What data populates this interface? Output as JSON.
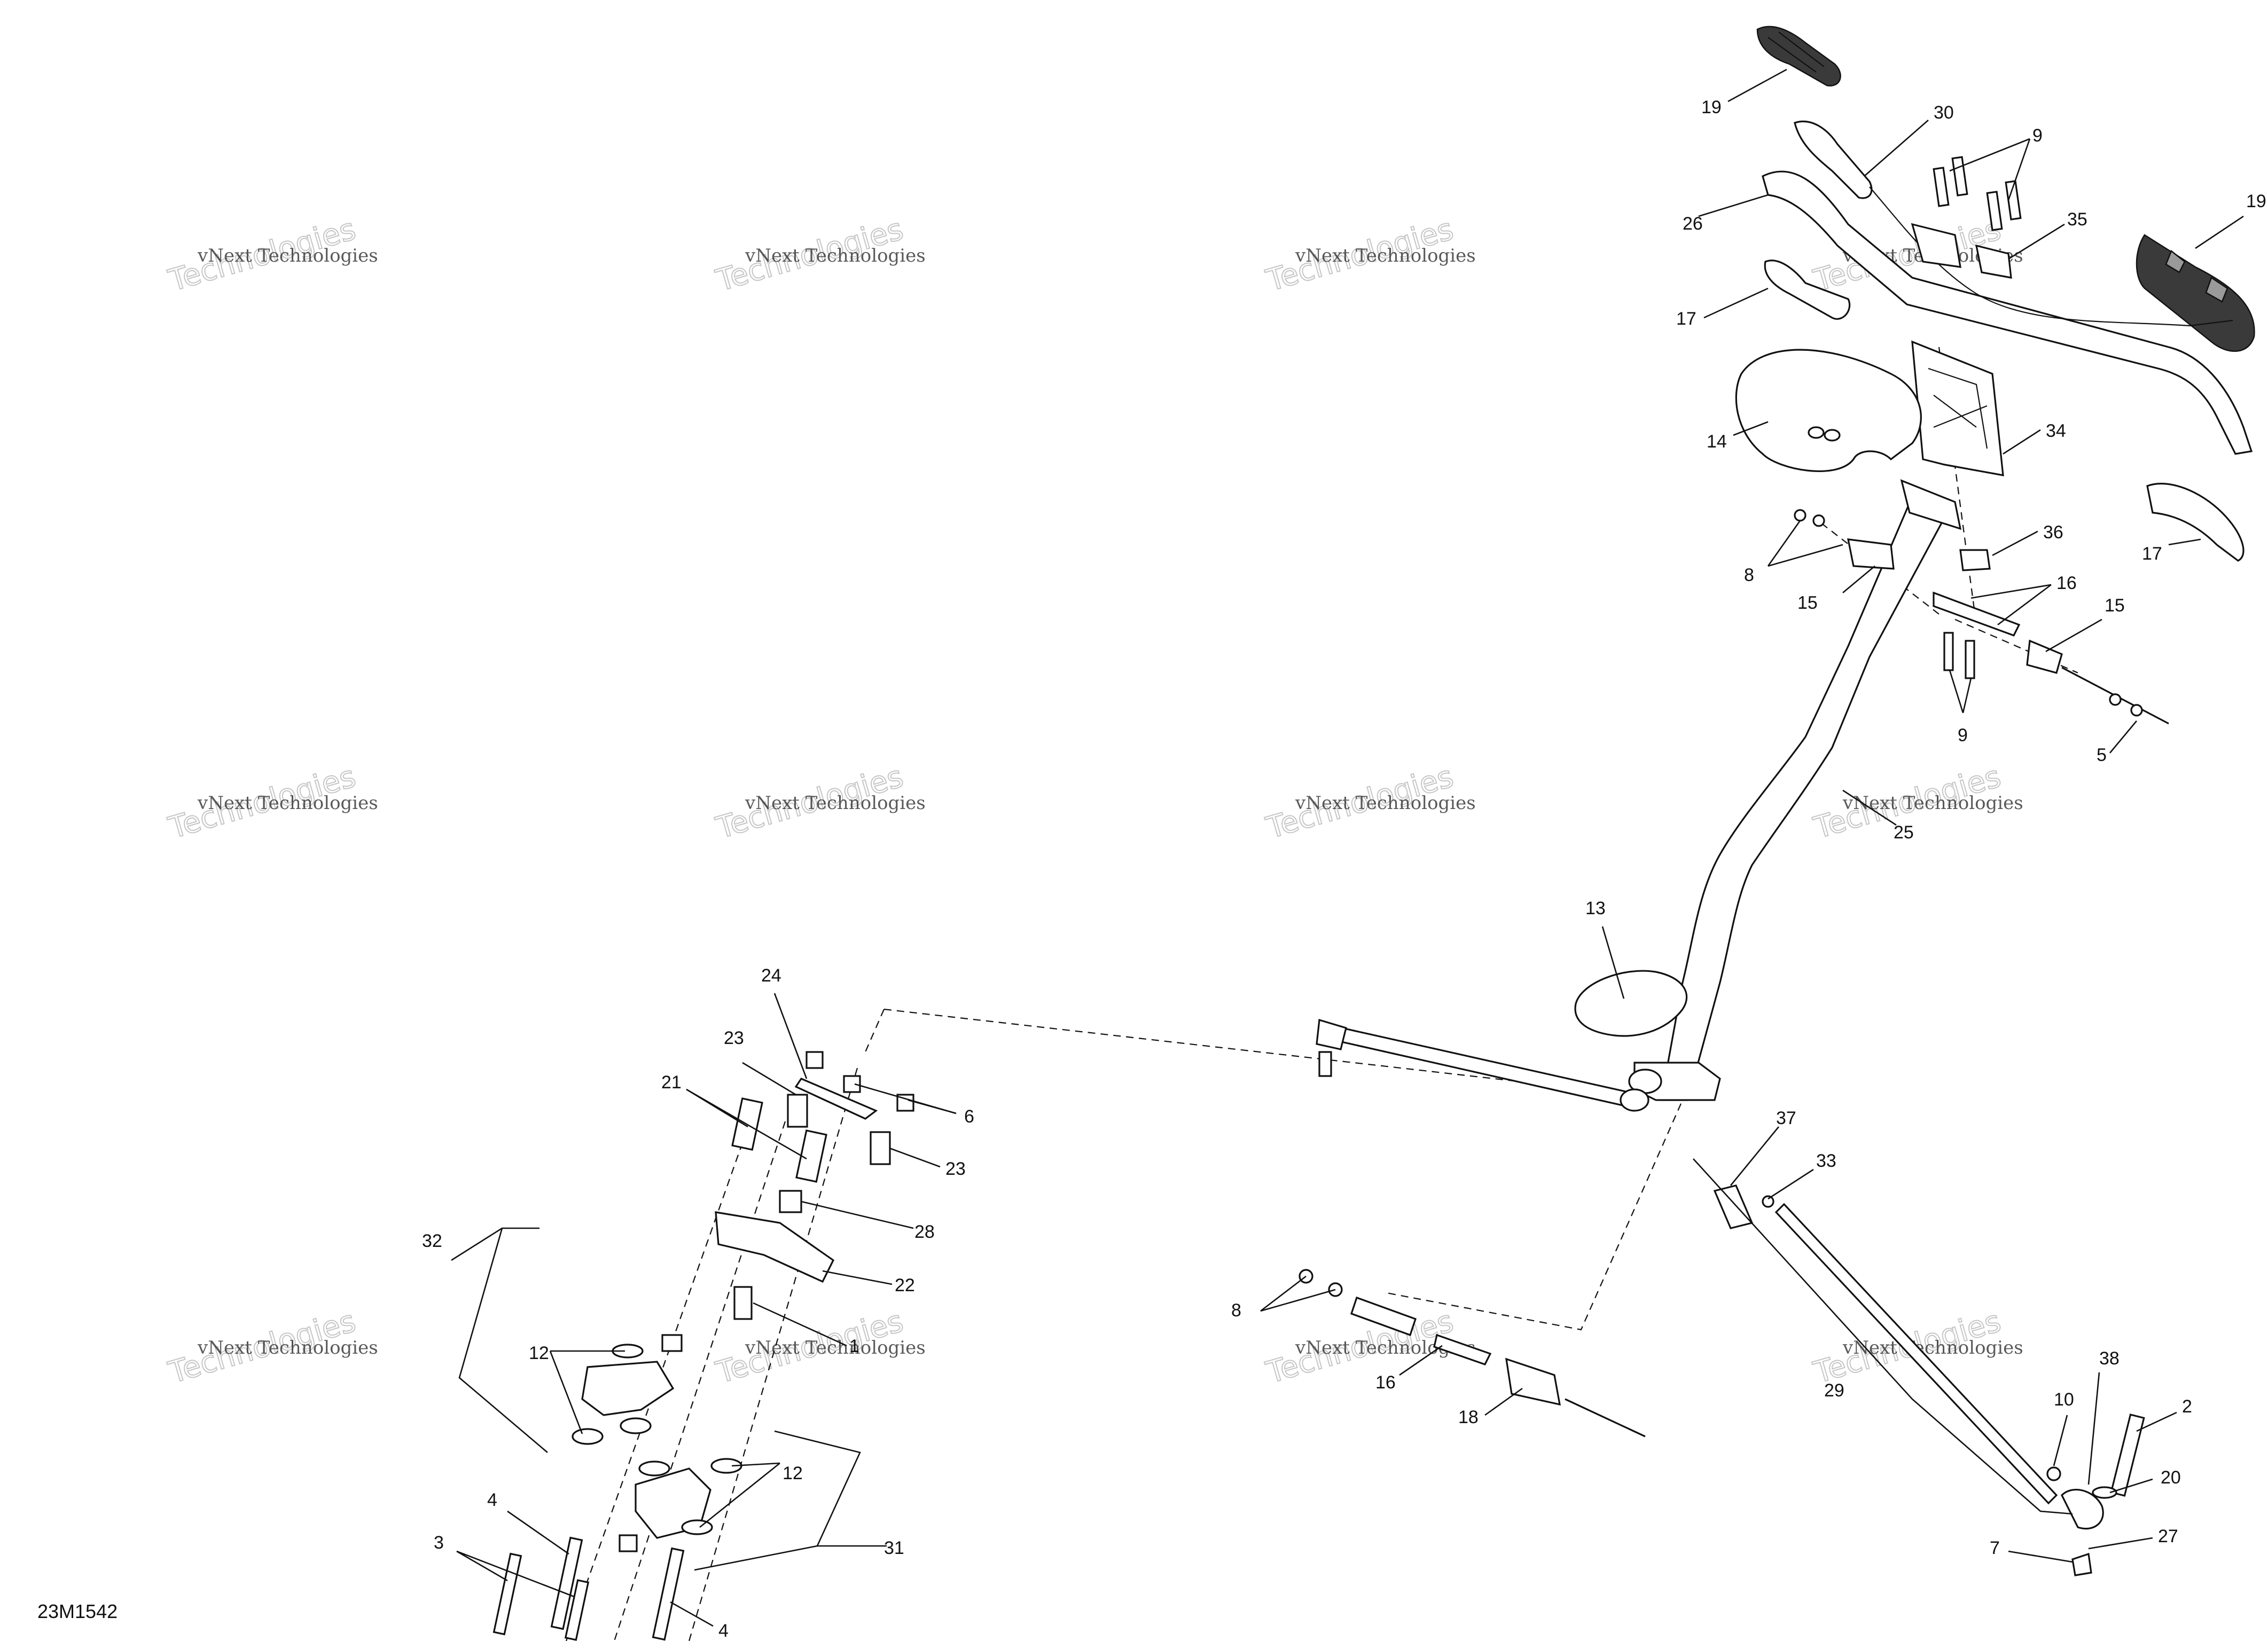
{
  "diagram_code": "23M1542",
  "watermark": {
    "line1": "vNext Technologies",
    "line2": "Technologies"
  },
  "callouts": {
    "c19a": "19",
    "c30": "30",
    "c9a": "9",
    "c26": "26",
    "c35": "35",
    "c19b": "19",
    "c17a": "17",
    "c14": "14",
    "c34": "34",
    "c36": "36",
    "c17b": "17",
    "c8a": "8",
    "c15a": "15",
    "c16a": "16",
    "c15b": "15",
    "c9b": "9",
    "c5": "5",
    "c25": "25",
    "c13": "13",
    "c24": "24",
    "c23a": "23",
    "c21": "21",
    "c6": "6",
    "c23b": "23",
    "c28": "28",
    "c32": "32",
    "c22": "22",
    "c1": "1",
    "c12a": "12",
    "c12b": "12",
    "c4a": "4",
    "c3": "3",
    "c31": "31",
    "c4b": "4",
    "c37": "37",
    "c33": "33",
    "c8b": "8",
    "c16b": "16",
    "c18": "18",
    "c29": "29",
    "c38": "38",
    "c10": "10",
    "c2": "2",
    "c20": "20",
    "c27": "27",
    "c7": "7"
  },
  "colors": {
    "ink": "#111111",
    "grip": "#3a3a3a",
    "watermark": "#b9b9b9"
  }
}
